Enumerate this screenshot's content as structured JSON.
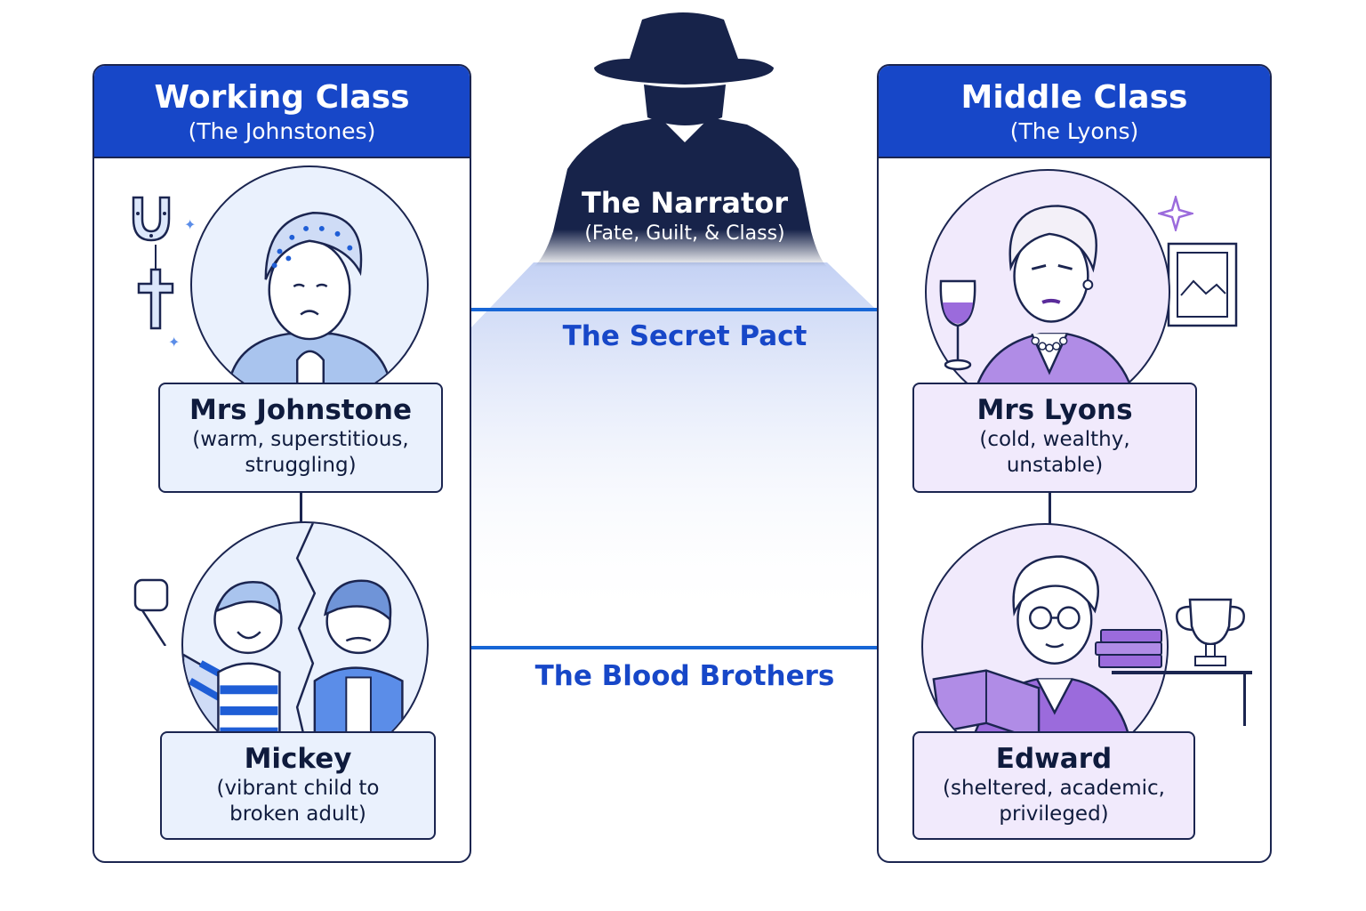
{
  "narrator": {
    "title": "The Narrator",
    "subtitle": "(Fate, Guilt, & Class)"
  },
  "left_panel": {
    "title": "Working Class",
    "subtitle": "(The Johnstones)",
    "characters": [
      {
        "name": "Mrs Johnstone",
        "desc_line1": "(warm, superstitious,",
        "desc_line2": "struggling)"
      },
      {
        "name": "Mickey",
        "desc_line1": "(vibrant child to",
        "desc_line2": "broken adult)"
      }
    ]
  },
  "right_panel": {
    "title": "Middle Class",
    "subtitle": "(The Lyons)",
    "characters": [
      {
        "name": "Mrs Lyons",
        "desc_line1": "(cold, wealthy,",
        "desc_line2": "unstable)"
      },
      {
        "name": "Edward",
        "desc_line1": "(sheltered, academic,",
        "desc_line2": "privileged)"
      }
    ]
  },
  "links": {
    "top": "The Secret Pact",
    "bottom": "The Blood Brothers"
  },
  "colors": {
    "accent_blue": "#1747c8",
    "outline": "#1b2550",
    "purple": "#9b6bdc",
    "light_blue": "#eaf1fd",
    "light_purple": "#f1eafc"
  },
  "icons": [
    "horseshoe-icon",
    "cross-icon",
    "sparkle-icon",
    "picture-frame-icon",
    "trophy-icon",
    "books-icon",
    "wine-glass-icon"
  ]
}
